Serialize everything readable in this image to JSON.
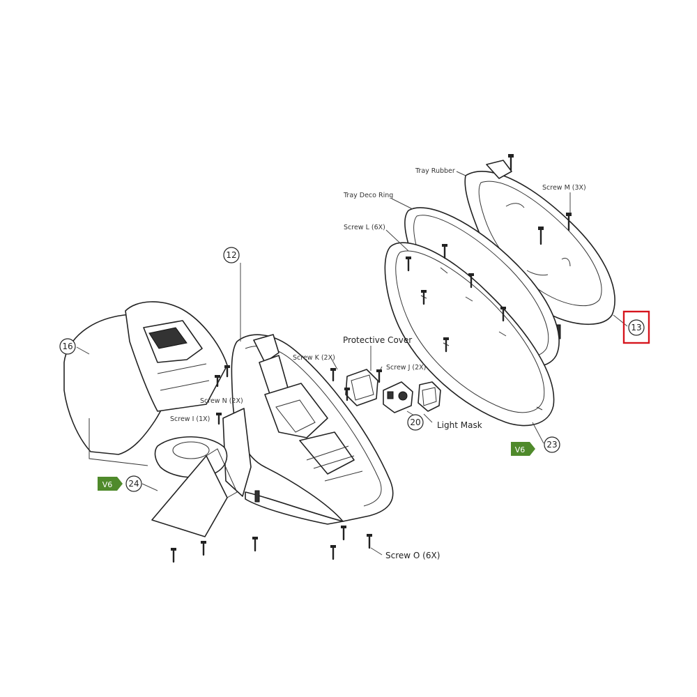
{
  "callouts": {
    "c12": "12",
    "c13": "13",
    "c16": "16",
    "c20": "20",
    "c23": "23",
    "c24": "24"
  },
  "labels": {
    "tray_rubber": "Tray Rubber",
    "screw_m": "Screw M (3X)",
    "tray_deco_ring": "Tray Deco Ring",
    "screw_l": "Screw L (6X)",
    "protective_cover": "Protective Cover",
    "screw_k": "Screw K (2X)",
    "screw_j": "Screw J (2X)",
    "screw_n": "Screw N (2X)",
    "screw_i": "Screw I (1X)",
    "light_mask": "Light Mask",
    "screw_o": "Screw O (6X)"
  },
  "tags": {
    "v6_right": "V6",
    "v6_left": "V6"
  },
  "colors": {
    "highlight": "#d6151d",
    "tag_green": "#4f8a2b"
  }
}
